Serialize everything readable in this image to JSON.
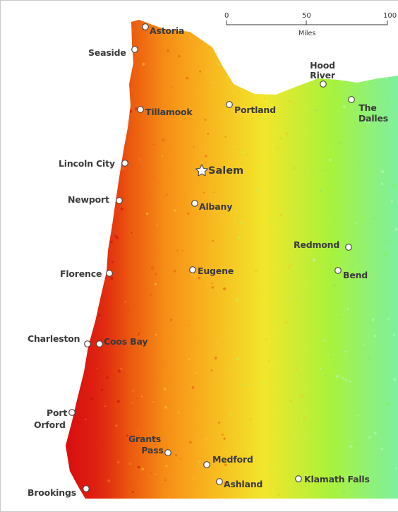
{
  "map": {
    "colors": {
      "coast": "#e11f12",
      "west_mid": "#f06a0e",
      "valley": "#f9a81c",
      "central": "#f2e62a",
      "east": "#a8f23c",
      "far_east": "#7ef0a0",
      "label": "#3a3a3a",
      "marker_fill": "#ffffff",
      "marker_stroke": "#4a4a4a"
    },
    "capital": {
      "name": "Salem",
      "icon": "star-icon"
    },
    "cities": [
      {
        "id": "astoria",
        "lines": [
          "Astoria"
        ]
      },
      {
        "id": "seaside",
        "lines": [
          "Seaside"
        ]
      },
      {
        "id": "hood-river",
        "lines": [
          "Hood",
          "River"
        ]
      },
      {
        "id": "the-dalles",
        "lines": [
          "The",
          "Dalles"
        ]
      },
      {
        "id": "portland",
        "lines": [
          "Portland"
        ]
      },
      {
        "id": "tillamook",
        "lines": [
          "Tillamook"
        ]
      },
      {
        "id": "lincoln-city",
        "lines": [
          "Lincoln City"
        ]
      },
      {
        "id": "newport",
        "lines": [
          "Newport"
        ]
      },
      {
        "id": "albany",
        "lines": [
          "Albany"
        ]
      },
      {
        "id": "redmond",
        "lines": [
          "Redmond"
        ]
      },
      {
        "id": "bend",
        "lines": [
          "Bend"
        ]
      },
      {
        "id": "florence",
        "lines": [
          "Florence"
        ]
      },
      {
        "id": "eugene",
        "lines": [
          "Eugene"
        ]
      },
      {
        "id": "charleston",
        "lines": [
          "Charleston"
        ]
      },
      {
        "id": "coos-bay",
        "lines": [
          "Coos Bay"
        ]
      },
      {
        "id": "port-orford",
        "lines": [
          "Port",
          "Orford"
        ]
      },
      {
        "id": "grants-pass",
        "lines": [
          "Grants",
          "Pass"
        ]
      },
      {
        "id": "medford",
        "lines": [
          "Medford"
        ]
      },
      {
        "id": "ashland",
        "lines": [
          "Ashland"
        ]
      },
      {
        "id": "klamath-falls",
        "lines": [
          "Klamath Falls"
        ]
      },
      {
        "id": "brookings",
        "lines": [
          "Brookings"
        ]
      }
    ]
  },
  "scale_bar": {
    "ticks": [
      "0",
      "50",
      "100"
    ],
    "unit": "Miles"
  }
}
